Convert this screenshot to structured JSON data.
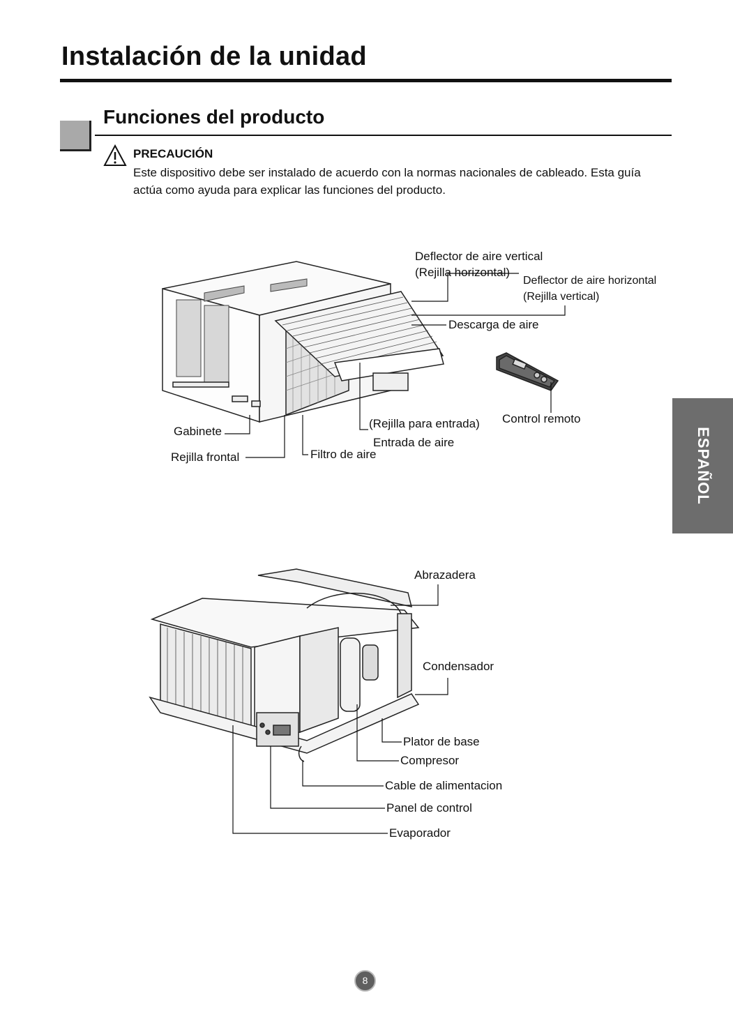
{
  "page_title": "Instalación de la unidad",
  "section_title": "Funciones del producto",
  "caution": {
    "label": "PRECAUCIÓN",
    "text": "Este dispositivo  debe ser instalado de acuerdo con la normas nacionales de cableado. Esta guía actúa como ayuda para explicar las funciones del producto."
  },
  "diagram_front": {
    "labels": {
      "vertical_deflector": "Deflector de aire vertical",
      "vertical_deflector_sub": "(Rejilla horizontal)",
      "horizontal_deflector": "Deflector de aire horizontal",
      "horizontal_deflector_sub": "(Rejilla vertical)",
      "air_discharge": "Descarga de aire",
      "remote_control": "Control remoto",
      "cabinet": "Gabinete",
      "front_grille": "Rejilla frontal",
      "air_filter": "Filtro de aire",
      "intake_grille": "(Rejilla para entrada)",
      "air_intake": "Entrada de aire"
    }
  },
  "diagram_internal": {
    "labels": {
      "bracket": "Abrazadera",
      "condenser": "Condensador",
      "base_plate": "Plator de base",
      "compressor": "Compresor",
      "power_cable": "Cable de alimentacion",
      "control_panel": "Panel de control",
      "evaporator": "Evaporador"
    }
  },
  "language_tab": "ESPAÑOL",
  "page_number": "8"
}
